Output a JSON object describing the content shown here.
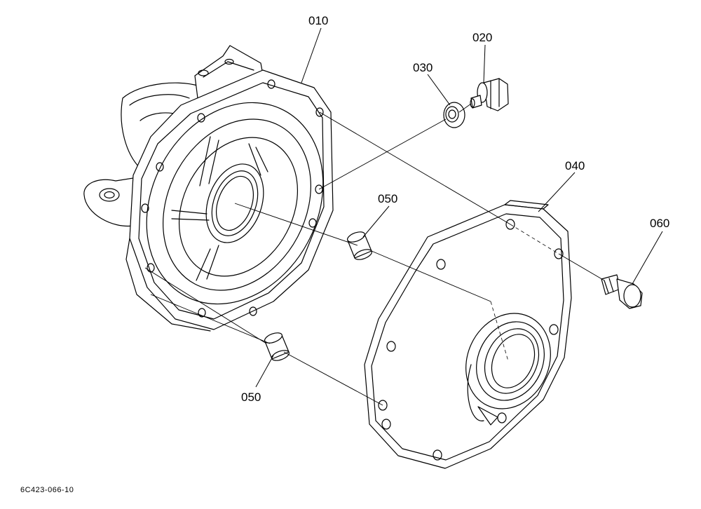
{
  "parts": [
    {
      "id": "010",
      "label": "010",
      "description_icon": "transmission-housing"
    },
    {
      "id": "020",
      "label": "020",
      "description_icon": "drain-plug"
    },
    {
      "id": "030",
      "label": "030",
      "description_icon": "gasket-washer"
    },
    {
      "id": "040",
      "label": "040",
      "description_icon": "housing-cover"
    },
    {
      "id": "050a",
      "label": "050",
      "description_icon": "dowel-pin"
    },
    {
      "id": "050b",
      "label": "050",
      "description_icon": "dowel-pin"
    },
    {
      "id": "060",
      "label": "060",
      "description_icon": "bolt"
    }
  ],
  "drawing_id": "6C423-066-10"
}
